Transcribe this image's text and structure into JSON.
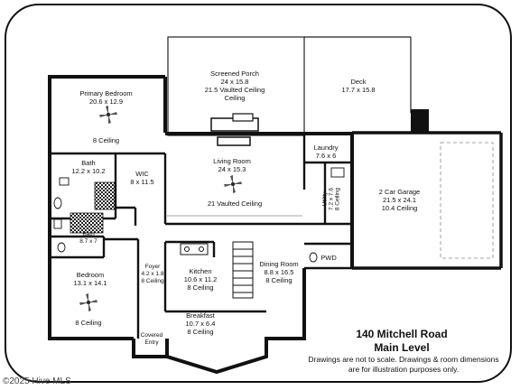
{
  "listing": {
    "address": "140 Mitchell Road",
    "level": "Main Level",
    "disclaimer": "Drawings are not to scale. Drawings & room dimensions are for illustration purposes only.",
    "copyright": "©2025 Hive MLS"
  },
  "rooms": {
    "screened_porch": {
      "name": "Screened Porch",
      "dims": "24 x 15.8",
      "note": "21.5 Vaulted Ceiling"
    },
    "deck": {
      "name": "Deck",
      "dims": "17.7 x 15.8"
    },
    "primary_bedroom": {
      "name": "Primary Bedroom",
      "dims": "20.6 x 12.9",
      "note": "8 Ceiling"
    },
    "laundry": {
      "name": "Laundry",
      "dims": "7.6 x 6"
    },
    "bath_primary": {
      "name": "Bath",
      "dims": "12.2 x 10.2"
    },
    "wic": {
      "name": "WIC",
      "dims": "8 x 11.5"
    },
    "living_room": {
      "name": "Living Room",
      "dims": "24 x 15.3",
      "note": "21 Vaulted Ceiling"
    },
    "utility": {
      "name": "Utility",
      "dims": "7.2 x 7.6",
      "note": "8 Ceiling"
    },
    "garage": {
      "name": "2 Car Garage",
      "dims": "21.5 x 24.1",
      "note": "10.4 Ceiling"
    },
    "bath_small": {
      "name": "Bath",
      "dims": "8.7 x 7"
    },
    "pwd": {
      "name": "PWD"
    },
    "bedroom": {
      "name": "Bedroom",
      "dims": "13.1 x 14.1",
      "note": "8 Ceiling"
    },
    "foyer": {
      "name": "Foyer",
      "dims": "4.2 x 1.8",
      "note": "8 Ceiling"
    },
    "kitchen": {
      "name": "Kitchen",
      "dims": "10.6 x 11.2",
      "note": "8 Ceiling"
    },
    "dining_room": {
      "name": "Dining Room",
      "dims": "8.8 x 16.5",
      "note": "8 Ceiling"
    },
    "breakfast": {
      "name": "Breakfast",
      "dims": "10.7 x 6.4",
      "note": "8 Ceiling"
    },
    "covered_entry": {
      "name": "Covered",
      "name2": "Entry"
    }
  },
  "icons": [
    "ceiling-fan-icon",
    "fireplace-icon",
    "range-icon",
    "stairs-icon"
  ]
}
